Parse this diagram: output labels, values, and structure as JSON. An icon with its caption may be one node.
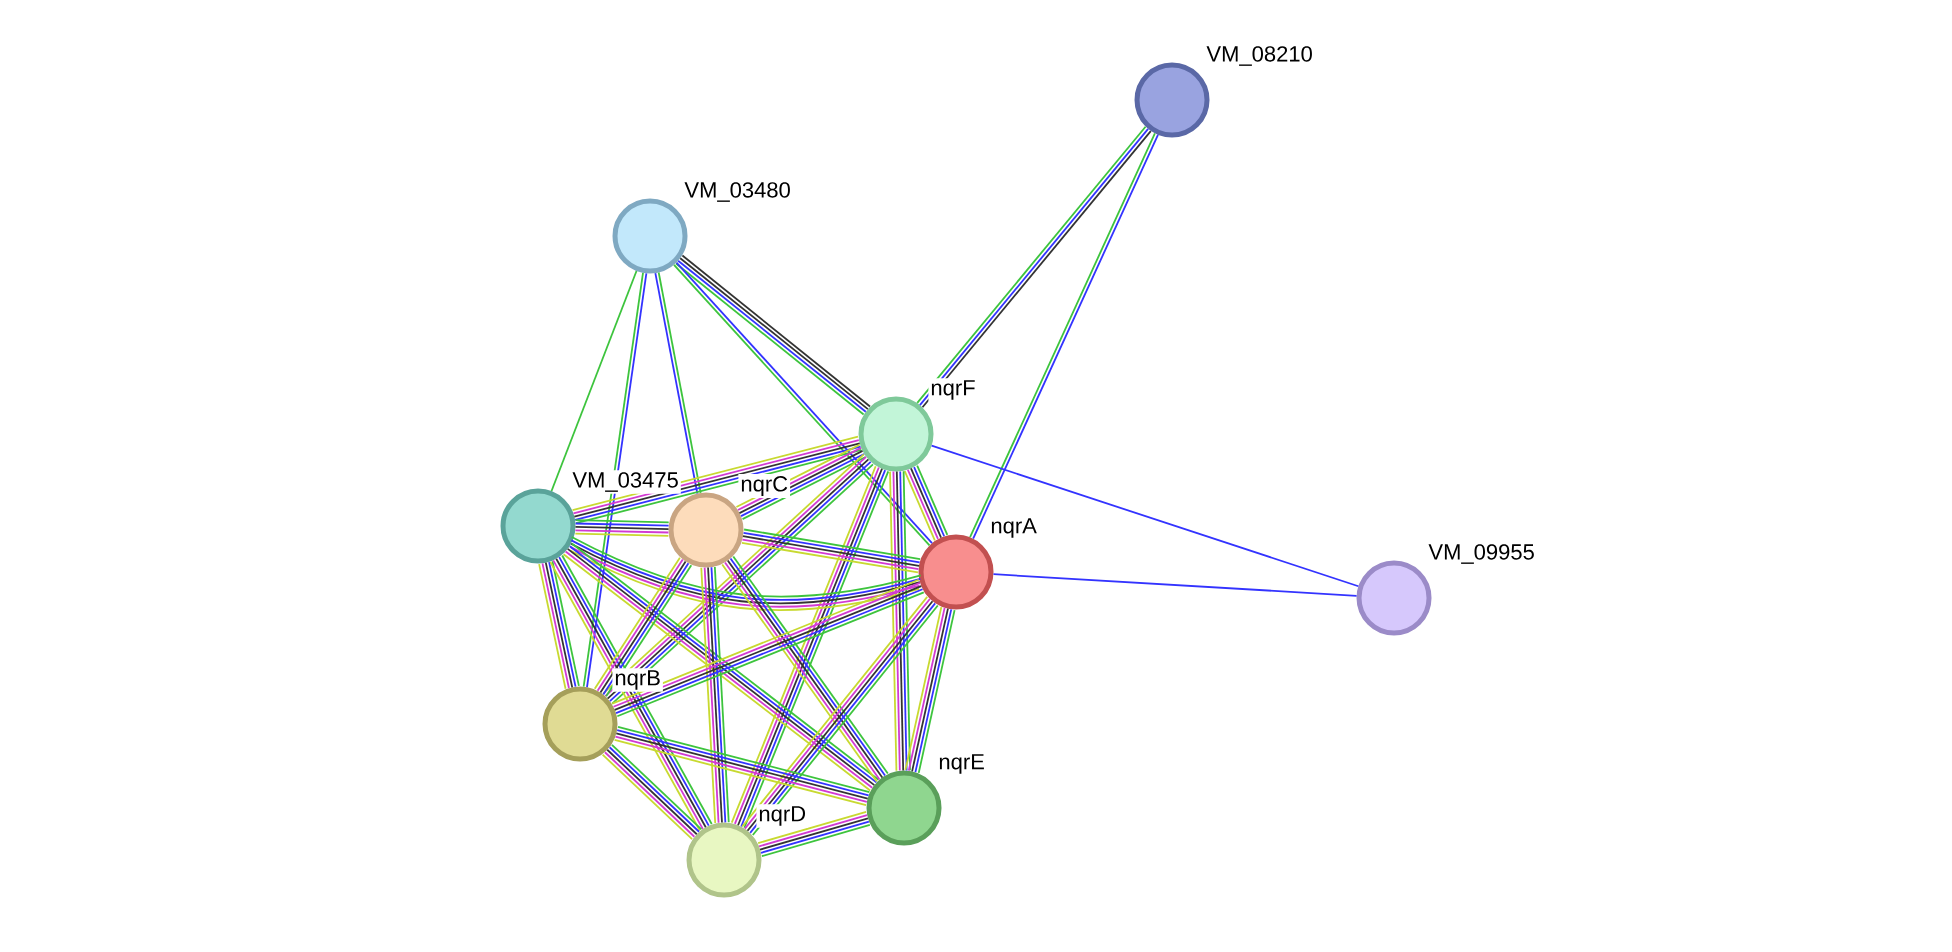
{
  "diagram": {
    "nodes": [
      {
        "text": [],
        "shape": "circle",
        "beside": [
          "VM_08210"
        ]
      },
      {
        "text": [],
        "shape": "circle",
        "beside": [
          "VM_03480"
        ]
      },
      {
        "text": [],
        "shape": "circle",
        "beside": [
          "nqrF"
        ]
      },
      {
        "text": [],
        "shape": "circle",
        "beside": [
          "VM_03475"
        ]
      },
      {
        "text": [],
        "shape": "circle",
        "beside": [
          "nqrC"
        ]
      },
      {
        "text": [],
        "shape": "circle",
        "beside": [
          "nqrA"
        ]
      },
      {
        "text": [],
        "shape": "circle",
        "beside": [
          "VM_09955"
        ]
      },
      {
        "text": [],
        "shape": "circle",
        "beside": [
          "nqrB"
        ]
      },
      {
        "text": [],
        "shape": "circle",
        "beside": [
          "nqrE"
        ]
      },
      {
        "text": [],
        "shape": "circle",
        "beside": [
          "nqrD"
        ]
      }
    ],
    "edges": [
      {
        "from": 0,
        "to": 2,
        "arrow": "none",
        "color": "#333333"
      },
      {
        "from": 0,
        "to": 5,
        "arrow": "none",
        "color": "#3dc43d"
      },
      {
        "from": 1,
        "to": 3,
        "arrow": "none",
        "color": "#3dc43d"
      },
      {
        "from": 1,
        "to": 7,
        "arrow": "none",
        "color": "#3dc43d"
      },
      {
        "from": 1,
        "to": 4,
        "arrow": "none",
        "color": "#3dc43d"
      },
      {
        "from": 1,
        "to": 2,
        "arrow": "none",
        "color": "#3333ff"
      },
      {
        "from": 1,
        "to": 5,
        "arrow": "none",
        "color": "#3dc43d"
      },
      {
        "from": 2,
        "to": 6,
        "arrow": "none",
        "color": "#3333ff"
      },
      {
        "from": 5,
        "to": 6,
        "arrow": "none",
        "color": "#3333ff"
      },
      {
        "from": 2,
        "to": 3,
        "arrow": "none",
        "color": "#c8d930"
      },
      {
        "from": 2,
        "to": 4,
        "arrow": "none",
        "color": "#c8d930"
      },
      {
        "from": 2,
        "to": 5,
        "arrow": "none",
        "color": "#3333ff"
      },
      {
        "from": 2,
        "to": 7,
        "arrow": "none",
        "color": "#c8d930"
      },
      {
        "from": 2,
        "to": 8,
        "arrow": "none",
        "color": "#3dc43d"
      },
      {
        "from": 2,
        "to": 9,
        "arrow": "none",
        "color": "#d23ad2"
      },
      {
        "from": 3,
        "to": 4,
        "arrow": "none",
        "color": "#c8d930"
      },
      {
        "from": 3,
        "to": 5,
        "arrow": "none",
        "color": "#c8d930"
      },
      {
        "from": 3,
        "to": 7,
        "arrow": "none",
        "color": "#c8d930"
      },
      {
        "from": 3,
        "to": 8,
        "arrow": "none",
        "color": "#c8d930"
      },
      {
        "from": 3,
        "to": 9,
        "arrow": "none",
        "color": "#c8d930"
      },
      {
        "from": 4,
        "to": 5,
        "arrow": "none",
        "color": "#3333ff"
      },
      {
        "from": 4,
        "to": 7,
        "arrow": "none",
        "color": "#c8d930"
      },
      {
        "from": 4,
        "to": 8,
        "arrow": "none",
        "color": "#3dc43d"
      },
      {
        "from": 4,
        "to": 9,
        "arrow": "none",
        "color": "#c8d930"
      },
      {
        "from": 5,
        "to": 7,
        "arrow": "none",
        "color": "#3333ff"
      },
      {
        "from": 5,
        "to": 8,
        "arrow": "none",
        "color": "#333333"
      },
      {
        "from": 5,
        "to": 9,
        "arrow": "none",
        "color": "#3333ff"
      },
      {
        "from": 7,
        "to": 8,
        "arrow": "none",
        "color": "#333333"
      },
      {
        "from": 7,
        "to": 9,
        "arrow": "none",
        "color": "#c8d930"
      },
      {
        "from": 8,
        "to": 9,
        "arrow": "none",
        "color": "#333333"
      }
    ]
  }
}
